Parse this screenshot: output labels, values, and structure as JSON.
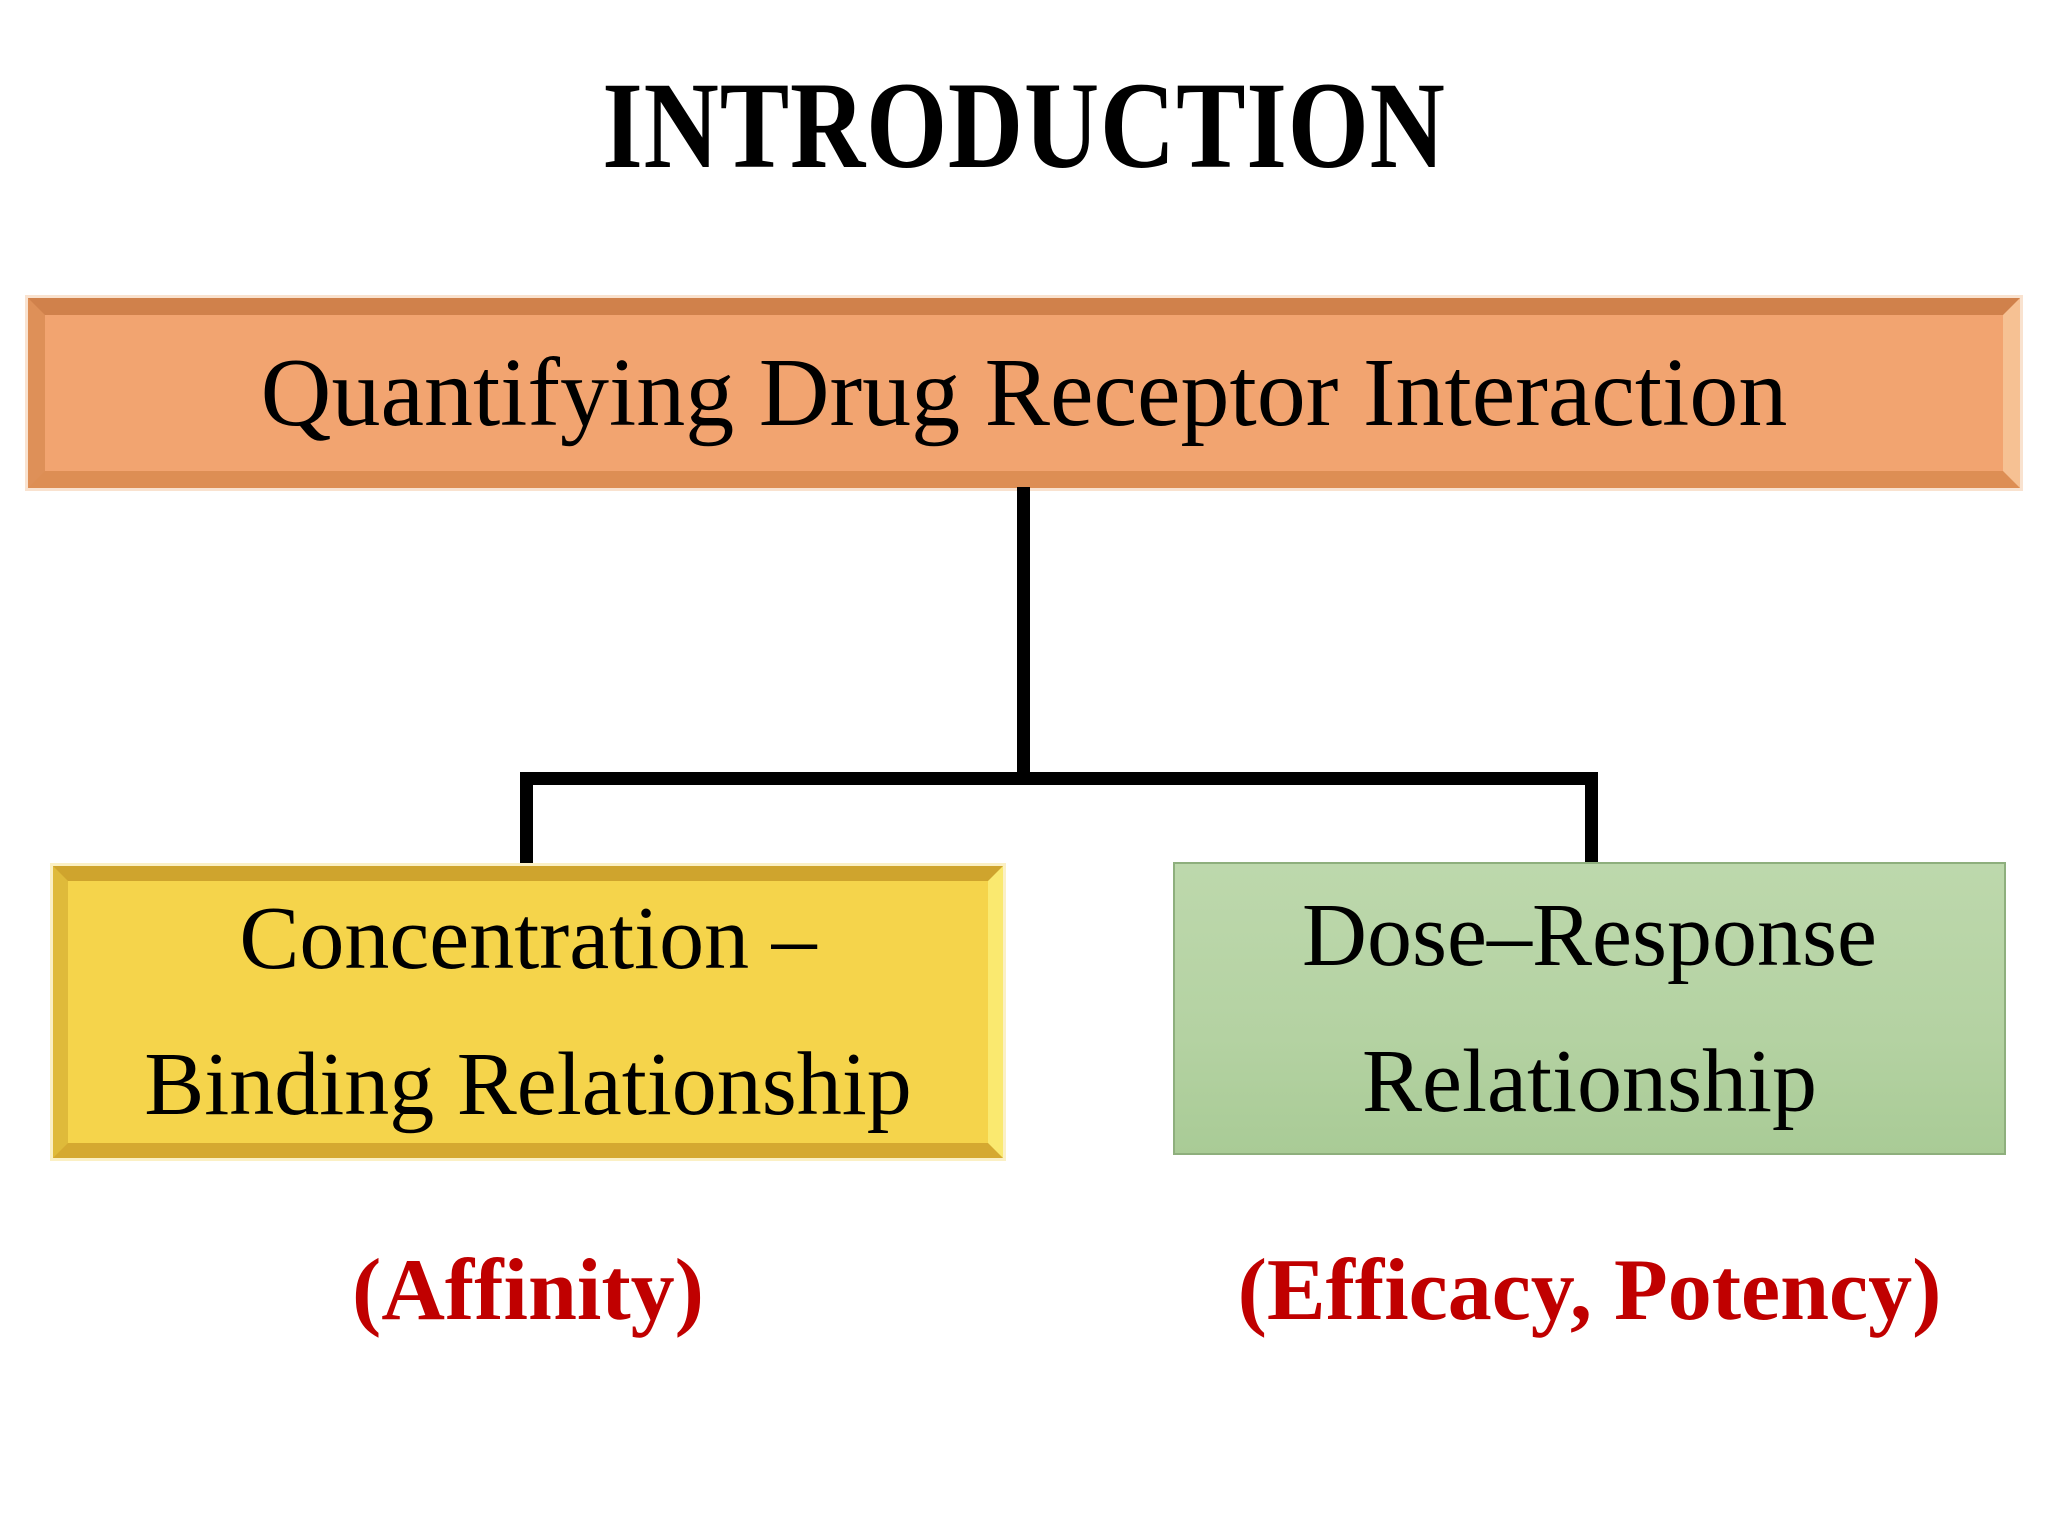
{
  "slide": {
    "title": "INTRODUCTION",
    "root_box": {
      "label": "Quantifying Drug Receptor Interaction"
    },
    "left_box": {
      "line1": "Concentration –",
      "line2": "Binding Relationship",
      "annotation": "(Affinity)"
    },
    "right_box": {
      "line1": "Dose–Response",
      "line2": "Relationship",
      "annotation": "(Efficacy, Potency)"
    }
  },
  "colors": {
    "background": "#FFFFFF",
    "text_black": "#000000",
    "connector": "#000000",
    "annotation_red": "#C00000",
    "root_fill": "#F2A470",
    "root_bevel_dark": "#D0814B",
    "root_bevel_mid": "#DE9058",
    "root_bevel_mid2": "#DD8E54",
    "root_bevel_light": "#F6C193",
    "root_outline": "#F9E2CF",
    "left_fill": "#F5D44B",
    "left_bevel_dark": "#CFA42D",
    "left_bevel_mid": "#DFBA3A",
    "left_bevel_mid2": "#D5A930",
    "left_bevel_light": "#FAE96F",
    "left_outline": "#FBF0C4",
    "right_fill": "#B4D2A2",
    "right_fill_light": "#BDD8AC",
    "right_fill_dark": "#A9CB96",
    "right_border": "#8EAF7D"
  }
}
